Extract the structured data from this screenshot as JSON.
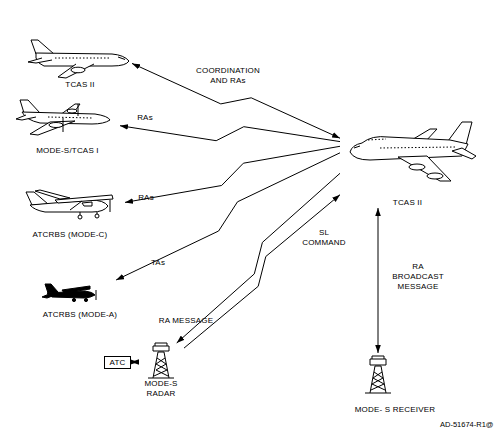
{
  "diagram": {
    "nodes": [
      {
        "text": [
          "TCAS II"
        ]
      },
      {
        "text": [
          "MODE-S/TCAS I"
        ]
      },
      {
        "text": [
          "ATCRBS (MODE-C)"
        ]
      },
      {
        "text": [
          "ATCRBS (MODE-A)"
        ]
      },
      {
        "text": [
          "ATC"
        ]
      },
      {
        "text": [
          "MODE-S RADAR"
        ]
      },
      {
        "text": [
          "TCAS II"
        ]
      },
      {
        "text": [
          "MODE- S RECEIVER"
        ]
      }
    ],
    "edges": [
      {
        "from": 0,
        "to": 6,
        "label": "COORDINATION AND RAs",
        "arrow": "both"
      },
      {
        "from": 6,
        "to": 1,
        "label": "RAs",
        "arrow": "to"
      },
      {
        "from": 6,
        "to": 2,
        "label": "RAs",
        "arrow": "to"
      },
      {
        "from": 6,
        "to": 3,
        "label": "TAs",
        "arrow": "to"
      },
      {
        "from": 6,
        "to": 5,
        "label": "RA MESSAGE",
        "arrow": "to"
      },
      {
        "from": 5,
        "to": 6,
        "label": "SL COMMAND",
        "arrow": "to"
      },
      {
        "from": 6,
        "to": 7,
        "label": "RA BROADCAST MESSAGE",
        "arrow": "both"
      },
      {
        "from": 4,
        "to": 5,
        "arrow": "both"
      }
    ],
    "labels": [
      "AD-51674-R1@"
    ]
  }
}
